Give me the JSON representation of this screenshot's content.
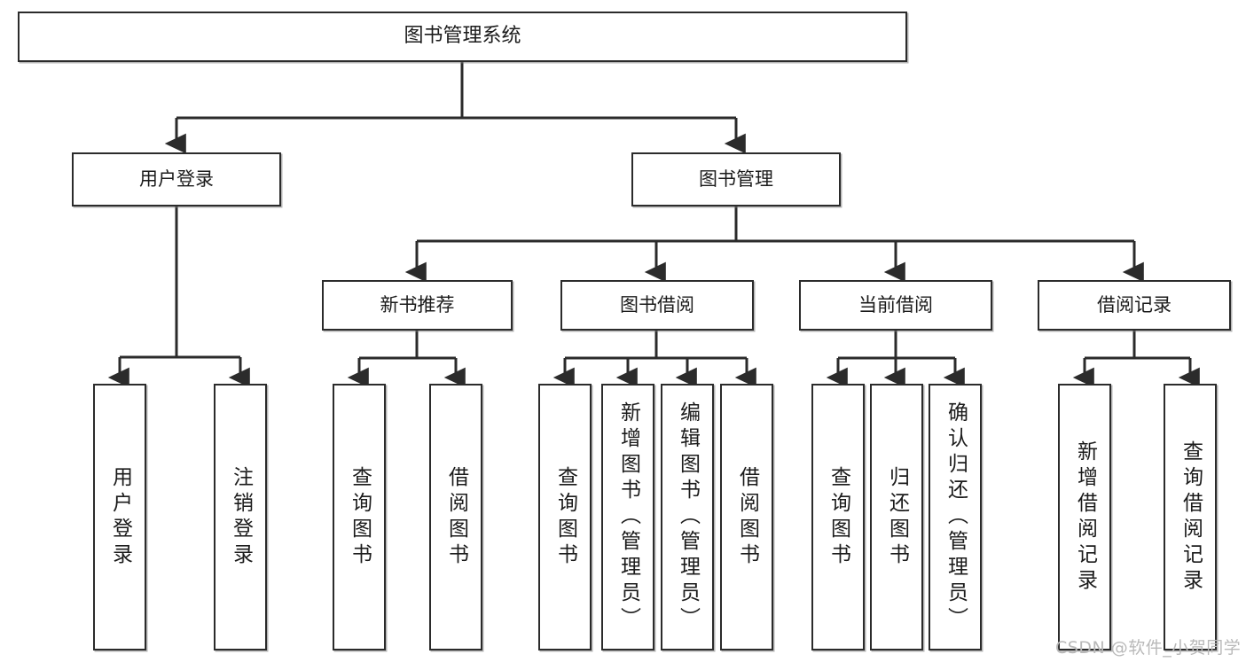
{
  "diagram": {
    "type": "tree-hierarchy",
    "title": "图书管理系统",
    "orientation": "top-down",
    "colors": {
      "box_border": "#2b2b2b",
      "box_fill": "#ffffff",
      "connector": "#2b2b2b",
      "watermark": "#b9b9b9",
      "background": "#ffffff"
    },
    "nodes": {
      "root": {
        "label": "图书管理系统"
      },
      "level2": [
        {
          "id": "user-login",
          "label": "用户登录"
        },
        {
          "id": "book-management",
          "label": "图书管理"
        }
      ],
      "level3": [
        {
          "id": "new-book-recommend",
          "label": "新书推荐"
        },
        {
          "id": "book-borrow",
          "label": "图书借阅"
        },
        {
          "id": "current-borrow",
          "label": "当前借阅"
        },
        {
          "id": "borrow-record",
          "label": "借阅记录"
        }
      ],
      "leaves": {
        "user-login": [
          {
            "id": "leaf-user-login",
            "label": "用户登录"
          },
          {
            "id": "leaf-logout-login",
            "label": "注销登录"
          }
        ],
        "new-book-recommend": [
          {
            "id": "leaf-query-book-1",
            "label": "查询图书"
          },
          {
            "id": "leaf-borrow-book-1",
            "label": "借阅图书"
          }
        ],
        "book-borrow": [
          {
            "id": "leaf-query-book-2",
            "label": "查询图书"
          },
          {
            "id": "leaf-add-book-admin",
            "label": "新增图书（管理员）"
          },
          {
            "id": "leaf-edit-book-admin",
            "label": "编辑图书（管理员）"
          },
          {
            "id": "leaf-borrow-book-2",
            "label": "借阅图书"
          }
        ],
        "current-borrow": [
          {
            "id": "leaf-query-book-3",
            "label": "查询图书"
          },
          {
            "id": "leaf-return-book",
            "label": "归还图书"
          },
          {
            "id": "leaf-confirm-return-admin",
            "label": "确认归还（管理员）"
          }
        ],
        "borrow-record": [
          {
            "id": "leaf-add-borrow-record",
            "label": "新增借阅记录"
          },
          {
            "id": "leaf-query-borrow-record",
            "label": "查询借阅记录"
          }
        ]
      }
    },
    "watermark": "CSDN @软件_小贺同学"
  }
}
